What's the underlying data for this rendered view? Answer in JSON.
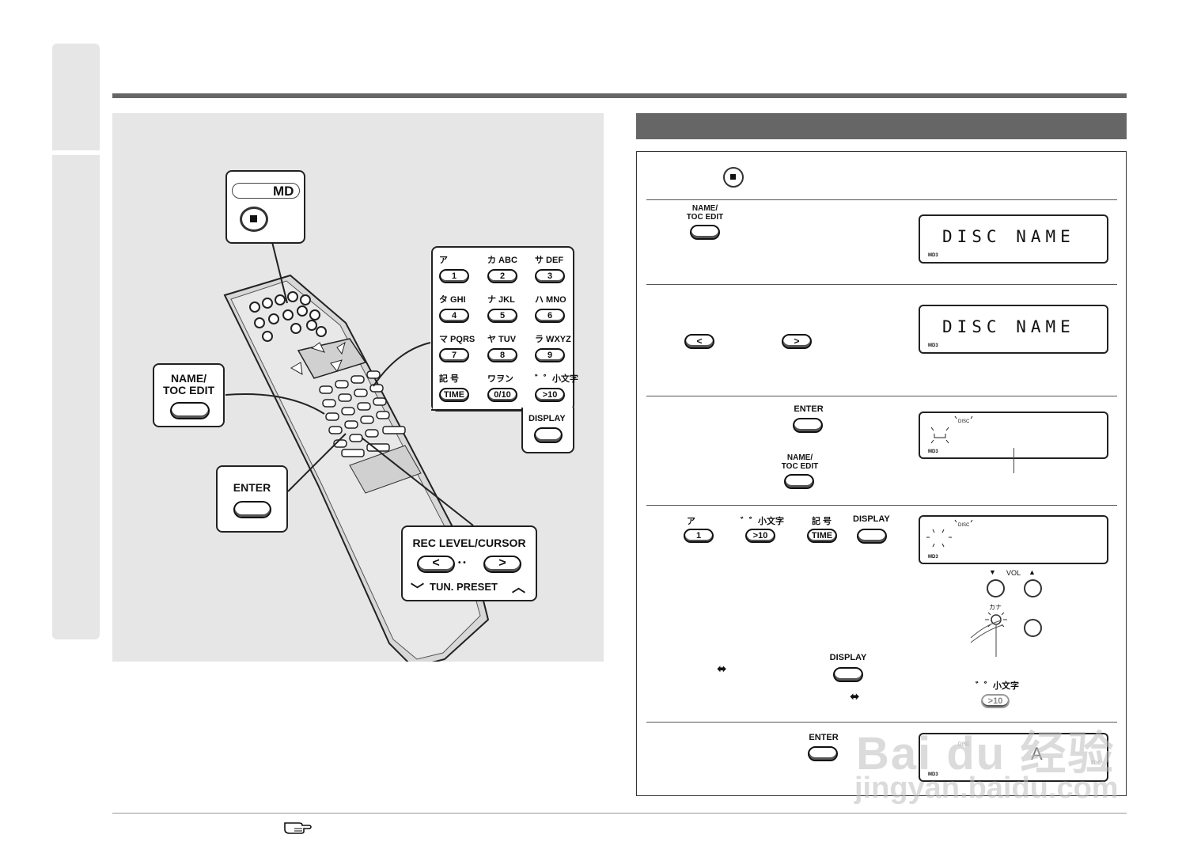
{
  "remote_labels": {
    "md_label": "MD",
    "name_toc_line1": "NAME/",
    "name_toc_line2": "TOC EDIT",
    "enter": "ENTER",
    "rec_level_cursor": "REC LEVEL/CURSOR",
    "cursor_left": "<",
    "cursor_right": ">",
    "cursor_dots": "• •",
    "tun_preset": "TUN. PRESET",
    "display": "DISPLAY"
  },
  "keypad": [
    {
      "label": "ア",
      "key": "1"
    },
    {
      "label": "カ ABC",
      "key": "2"
    },
    {
      "label": "サ DEF",
      "key": "3"
    },
    {
      "label": "タ GHI",
      "key": "4"
    },
    {
      "label": "ナ JKL",
      "key": "5"
    },
    {
      "label": "ハ MNO",
      "key": "6"
    },
    {
      "label": "マ PQRS",
      "key": "7"
    },
    {
      "label": "ヤ TUV",
      "key": "8"
    },
    {
      "label": "ラ WXYZ",
      "key": "9"
    },
    {
      "label": "記 号",
      "key": "TIME"
    },
    {
      "label": "ワヲン",
      "key": "0/10"
    },
    {
      "label": "゛゜小文字",
      "key": ">10"
    }
  ],
  "steps": {
    "step2": {
      "btn_line1": "NAME/",
      "btn_line2": "TOC EDIT",
      "lcd_text": "DISC NAME",
      "lcd_md": "MD3"
    },
    "step3": {
      "left_btn": "<",
      "right_btn": ">",
      "lcd_text": "DISC NAME",
      "lcd_md": "MD3"
    },
    "step4": {
      "enter": "ENTER",
      "btn_line1": "NAME/",
      "btn_line2": "TOC EDIT",
      "lcd_disc": "DISC",
      "lcd_md": "MD3"
    },
    "step5": {
      "labels": [
        "ア",
        "゛゜小文字",
        "記 号",
        "DISPLAY"
      ],
      "keys": [
        "1",
        ">10",
        "TIME"
      ],
      "lcd_disc": "DISC",
      "lcd_md": "MD3",
      "vol_label": "VOL",
      "kana_label": "カナ",
      "display_label": "DISPLAY",
      "small_label": "゛゜小文字",
      "small_key": ">10"
    },
    "step6": {
      "enter": "ENTER",
      "lcd_char": "A",
      "lcd_md": "MD3",
      "lcd_disc": "DISC",
      "lcd_toc": "TOC"
    }
  },
  "watermark": {
    "line1": "Bai du 经验",
    "line2": "jingyan.baidu.com"
  },
  "footer_icon": "pointing-hand-icon"
}
